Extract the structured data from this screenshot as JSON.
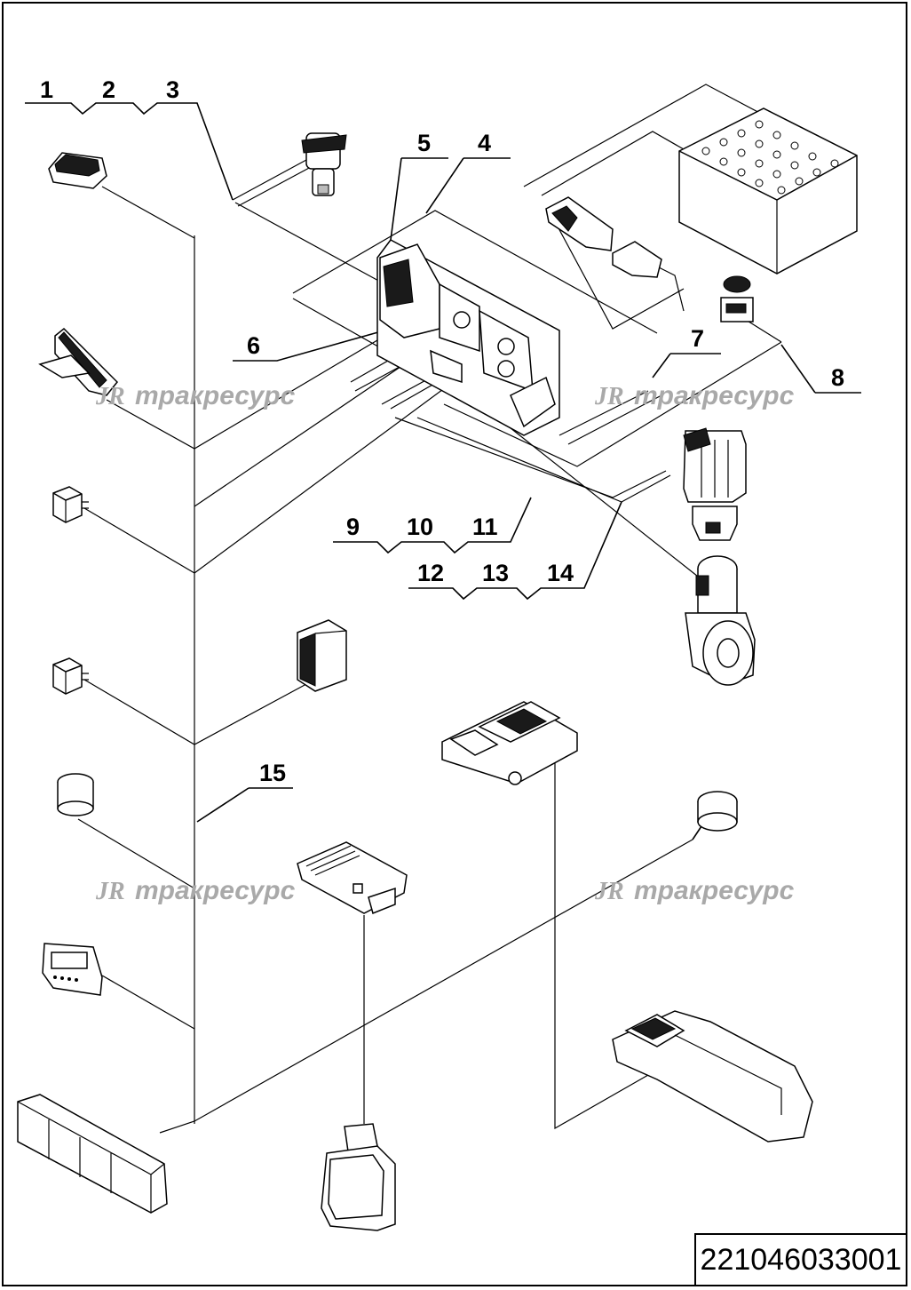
{
  "document_number": "221046033001",
  "watermark": {
    "logo": "JR",
    "text": "тракресурс"
  },
  "callouts": [
    "1",
    "2",
    "3",
    "4",
    "5",
    "6",
    "7",
    "8",
    "9",
    "10",
    "11",
    "12",
    "13",
    "14",
    "15"
  ],
  "components": [
    "pedal-switch-icon",
    "steering-sensor-icon",
    "battery-pack-icon",
    "battery-connector-icon",
    "emergency-stop-switch-icon",
    "controller-panel-icon",
    "accelerator-pedal-icon",
    "relay-icon",
    "dc-converter-icon",
    "pump-motor-icon",
    "drive-motor-wheel-icon",
    "ecu-module-icon",
    "buzzer-icon",
    "circuit-board-icon",
    "display-icon",
    "encoder-sensor-icon",
    "tiller-head-icon",
    "light-bar-icon",
    "handle-icon"
  ]
}
